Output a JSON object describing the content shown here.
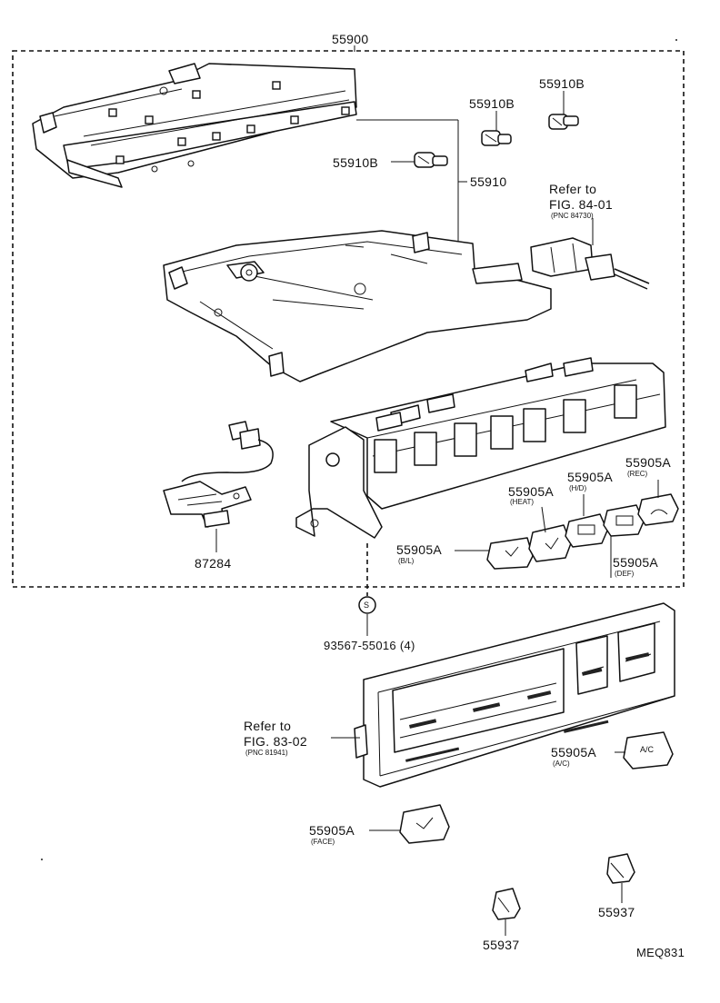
{
  "labels": {
    "assembly": "55900",
    "bulb_1": "55910B",
    "bulb_2": "55910B",
    "bulb_3": "55910B",
    "sub_assembly": "55910",
    "refer_1_line1": "Refer to",
    "refer_1_line2": "FIG. 84-01",
    "refer_1_pnc": "(PNC 84730)",
    "knob_rec": "55905A",
    "knob_rec_sub": "(REC)",
    "knob_hd": "55905A",
    "knob_hd_sub": "(H/D)",
    "knob_heat": "55905A",
    "knob_heat_sub": "(HEAT)",
    "knob_bl": "55905A",
    "knob_bl_sub": "(B/L)",
    "knob_def": "55905A",
    "knob_def_sub": "(DEF)",
    "harness": "87284",
    "screw": "93567-55016 (4)",
    "screw_symbol": "S",
    "refer_2_line1": "Refer to",
    "refer_2_line2": "FIG. 83-02",
    "refer_2_pnc": "(PNC 81941)",
    "knob_ac": "55905A",
    "knob_ac_sub": "(A/C)",
    "knob_ac_text": "A/C",
    "knob_face": "55905A",
    "knob_face_sub": "(FACE)",
    "knob_small_1": "55937",
    "knob_small_2": "55937",
    "figure_code": "MEQ831"
  }
}
